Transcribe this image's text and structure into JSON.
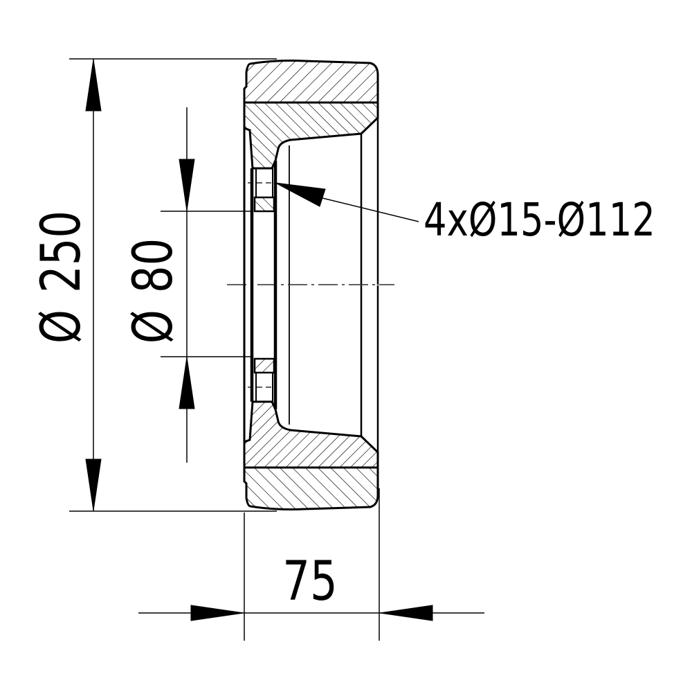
{
  "drawing": {
    "title": "Wheel section drawing",
    "colors": {
      "line": "#000000",
      "background": "#ffffff"
    },
    "dimensions": {
      "outer_diameter": {
        "symbol": "Ø",
        "value": "250"
      },
      "bore_diameter": {
        "symbol": "Ø",
        "value": "80"
      },
      "width": {
        "value": "75"
      },
      "bolt_holes": {
        "label": "4xØ15-Ø112"
      }
    }
  }
}
